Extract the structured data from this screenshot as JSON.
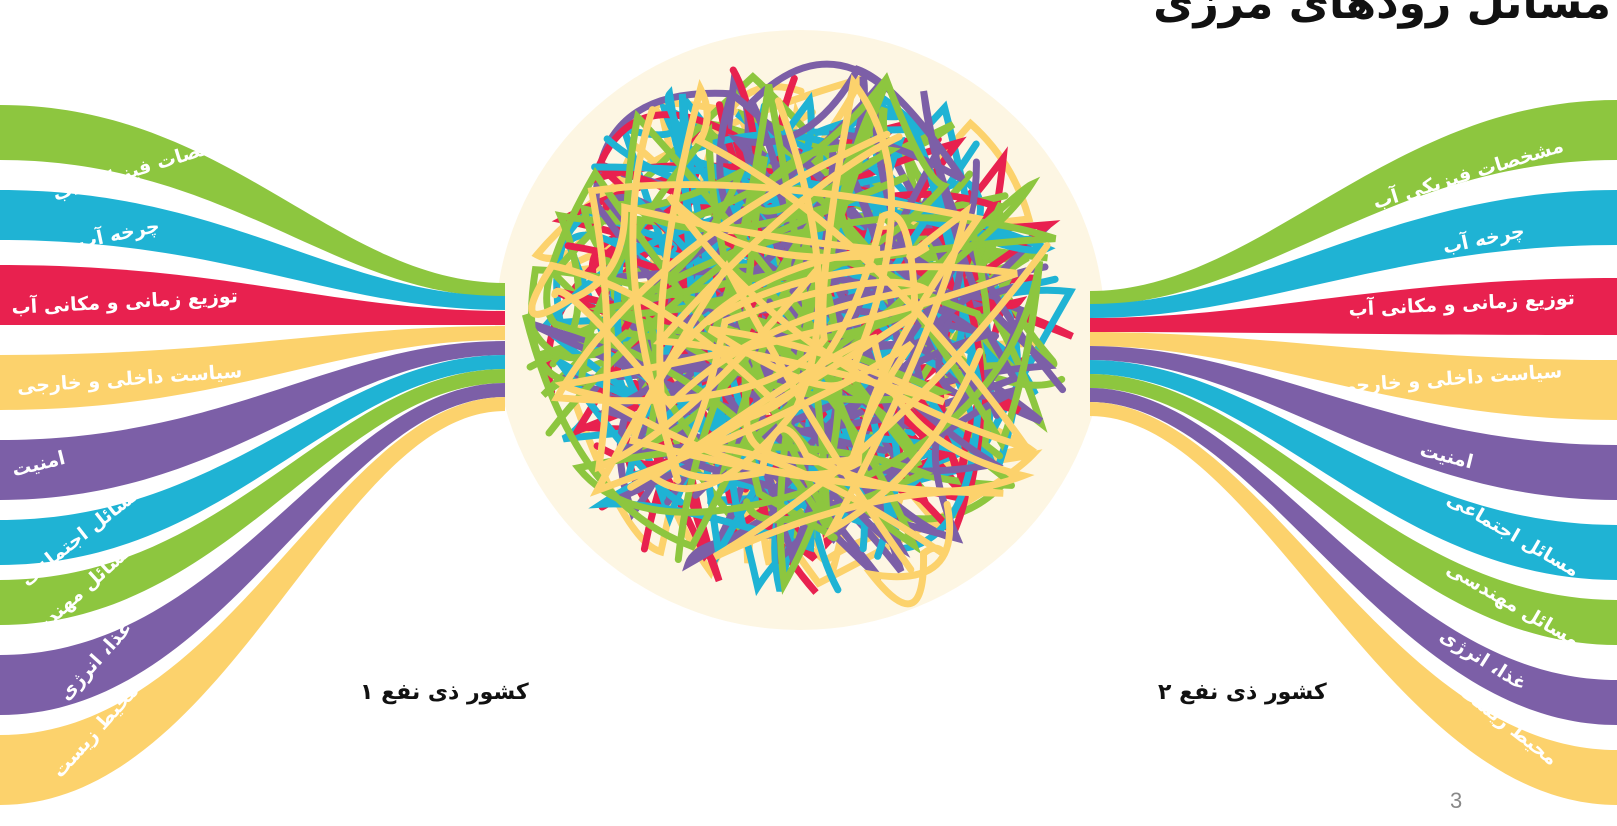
{
  "slide": {
    "title": "مسائل رودهای مرزی",
    "page_number": "3"
  },
  "colors": {
    "green": "#8dc63f",
    "cyan": "#1fb3d4",
    "red": "#e8214f",
    "yellow": "#fcd26c",
    "purple": "#7c5fa7"
  },
  "stakeholders": {
    "left": "کشور ذی نفع ۱",
    "right": "کشور ذی نفع ۲"
  },
  "left_ribbons": [
    {
      "label": "مشخصات فیزیکی آب",
      "color": "green"
    },
    {
      "label": "چرخه آب",
      "color": "cyan"
    },
    {
      "label": "توزیع زمانی و مکانی آب",
      "color": "red"
    },
    {
      "label": "سیاست داخلی و خارجی",
      "color": "yellow"
    },
    {
      "label": "امنیت",
      "color": "purple"
    },
    {
      "label": "مسائل اجتماعی",
      "color": "cyan"
    },
    {
      "label": "مسائل مهندسی",
      "color": "green"
    },
    {
      "label": "غذا، انرژی",
      "color": "purple"
    },
    {
      "label": "محیط زیست",
      "color": "yellow"
    }
  ],
  "right_ribbons": [
    {
      "label": "مشخصات فیزیکی آب",
      "color": "green"
    },
    {
      "label": "چرخه آب",
      "color": "cyan"
    },
    {
      "label": "توزیع زمانی و مکانی آب",
      "color": "red"
    },
    {
      "label": "سیاست داخلی و خارجی",
      "color": "yellow"
    },
    {
      "label": "امنیت",
      "color": "purple"
    },
    {
      "label": "مسائل اجتماعی",
      "color": "cyan"
    },
    {
      "label": "مسائل مهندسی",
      "color": "green"
    },
    {
      "label": "غذا، انرژی",
      "color": "purple"
    },
    {
      "label": "محیط زیست",
      "color": "yellow"
    }
  ]
}
